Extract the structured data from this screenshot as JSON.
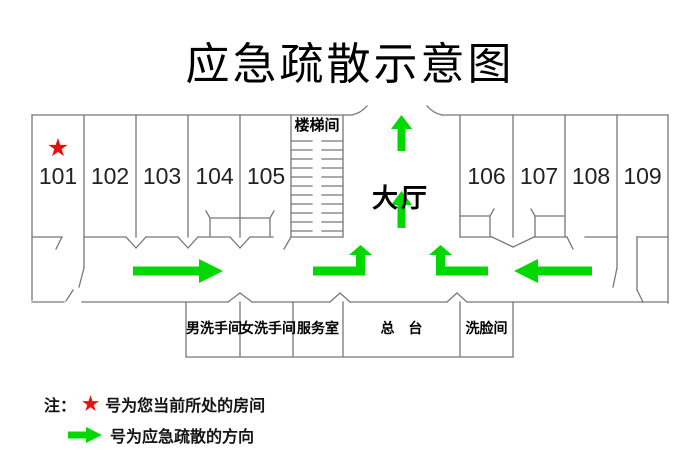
{
  "title": "应急疏散示意图",
  "plan": {
    "top_rooms": [
      "101",
      "102",
      "103",
      "104",
      "105",
      "106",
      "107",
      "108",
      "109"
    ],
    "stairwell_label": "楼梯间",
    "lobby_label": "大厅",
    "bottom_rooms": [
      "男洗手间",
      "女洗手间",
      "服务室",
      "总 台",
      "洗脸间"
    ],
    "current_room": "101",
    "current_room_marker": "★"
  },
  "legend": {
    "note_prefix": "注：",
    "star_symbol": "★",
    "star_text": "号为您当前所处的房间",
    "arrow_text": "号为应急疏散的方向"
  },
  "icons": {
    "current_location": "star-icon",
    "evacuation_direction": "green-arrow-icon"
  },
  "colors": {
    "arrow_green": "#00d800",
    "star_red": "#e8100e",
    "wall_gray": "#777777"
  }
}
